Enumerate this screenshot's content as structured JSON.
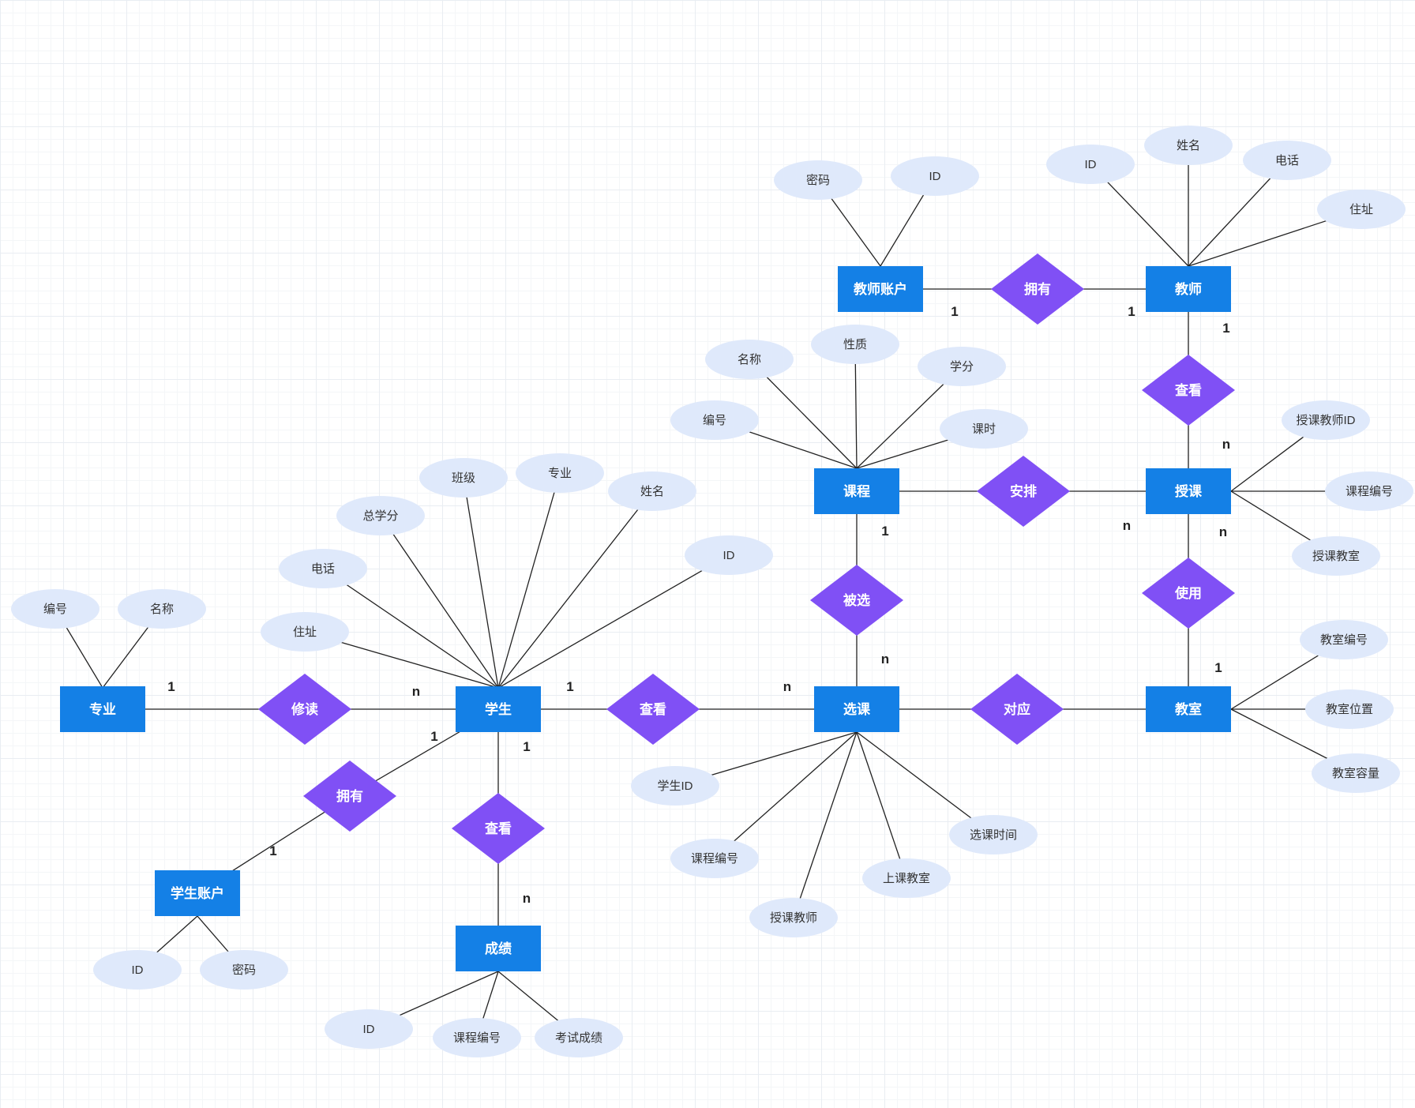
{
  "colors": {
    "entity": "#1480e6",
    "relationship": "#8050f5",
    "attribute": "#dfe9fb",
    "line": "#222222"
  },
  "entities": [
    {
      "id": "major",
      "label": "专业"
    },
    {
      "id": "student",
      "label": "学生"
    },
    {
      "id": "student_account",
      "label": "学生账户"
    },
    {
      "id": "score",
      "label": "成绩"
    },
    {
      "id": "course",
      "label": "课程"
    },
    {
      "id": "selection",
      "label": "选课"
    },
    {
      "id": "teacher_account",
      "label": "教师账户"
    },
    {
      "id": "teacher",
      "label": "教师"
    },
    {
      "id": "teaching",
      "label": "授课"
    },
    {
      "id": "classroom",
      "label": "教室"
    }
  ],
  "relationships": [
    {
      "id": "study",
      "label": "修读"
    },
    {
      "id": "own_student",
      "label": "拥有"
    },
    {
      "id": "view_score",
      "label": "查看"
    },
    {
      "id": "view_selection",
      "label": "查看"
    },
    {
      "id": "selected",
      "label": "被选"
    },
    {
      "id": "arrange",
      "label": "安排"
    },
    {
      "id": "own_teacher",
      "label": "拥有"
    },
    {
      "id": "view_teaching",
      "label": "查看"
    },
    {
      "id": "use",
      "label": "使用"
    },
    {
      "id": "correspond",
      "label": "对应"
    }
  ],
  "attributes": [
    {
      "id": "major_no",
      "label": "编号",
      "of": "major"
    },
    {
      "id": "major_name",
      "label": "名称",
      "of": "major"
    },
    {
      "id": "stu_addr",
      "label": "住址",
      "of": "student"
    },
    {
      "id": "stu_phone",
      "label": "电话",
      "of": "student"
    },
    {
      "id": "stu_credits",
      "label": "总学分",
      "of": "student"
    },
    {
      "id": "stu_class",
      "label": "班级",
      "of": "student"
    },
    {
      "id": "stu_major",
      "label": "专业",
      "of": "student"
    },
    {
      "id": "stu_name",
      "label": "姓名",
      "of": "student"
    },
    {
      "id": "stu_id",
      "label": "ID",
      "of": "student"
    },
    {
      "id": "sacc_id",
      "label": "ID",
      "of": "student_account"
    },
    {
      "id": "sacc_pwd",
      "label": "密码",
      "of": "student_account"
    },
    {
      "id": "score_id",
      "label": "ID",
      "of": "score"
    },
    {
      "id": "score_course",
      "label": "课程编号",
      "of": "score"
    },
    {
      "id": "score_exam",
      "label": "考试成绩",
      "of": "score"
    },
    {
      "id": "course_no",
      "label": "编号",
      "of": "course"
    },
    {
      "id": "course_name",
      "label": "名称",
      "of": "course"
    },
    {
      "id": "course_nature",
      "label": "性质",
      "of": "course"
    },
    {
      "id": "course_credit",
      "label": "学分",
      "of": "course"
    },
    {
      "id": "course_hours",
      "label": "课时",
      "of": "course"
    },
    {
      "id": "sel_stuid",
      "label": "学生ID",
      "of": "selection"
    },
    {
      "id": "sel_course",
      "label": "课程编号",
      "of": "selection"
    },
    {
      "id": "sel_teacher",
      "label": "授课教师",
      "of": "selection"
    },
    {
      "id": "sel_room",
      "label": "上课教室",
      "of": "selection"
    },
    {
      "id": "sel_time",
      "label": "选课时间",
      "of": "selection"
    },
    {
      "id": "tacc_pwd",
      "label": "密码",
      "of": "teacher_account"
    },
    {
      "id": "tacc_id",
      "label": "ID",
      "of": "teacher_account"
    },
    {
      "id": "t_id",
      "label": "ID",
      "of": "teacher"
    },
    {
      "id": "t_name",
      "label": "姓名",
      "of": "teacher"
    },
    {
      "id": "t_phone",
      "label": "电话",
      "of": "teacher"
    },
    {
      "id": "t_addr",
      "label": "住址",
      "of": "teacher"
    },
    {
      "id": "tc_tid",
      "label": "授课教师ID",
      "of": "teaching"
    },
    {
      "id": "tc_course",
      "label": "课程编号",
      "of": "teaching"
    },
    {
      "id": "tc_room",
      "label": "授课教室",
      "of": "teaching"
    },
    {
      "id": "room_no",
      "label": "教室编号",
      "of": "classroom"
    },
    {
      "id": "room_loc",
      "label": "教室位置",
      "of": "classroom"
    },
    {
      "id": "room_cap",
      "label": "教室容量",
      "of": "classroom"
    }
  ],
  "links": [
    {
      "from": "major",
      "to": "study",
      "card": "1"
    },
    {
      "from": "student",
      "to": "study",
      "card": "n"
    },
    {
      "from": "student",
      "to": "own_student",
      "card": "1"
    },
    {
      "from": "student_account",
      "to": "own_student",
      "card": "1"
    },
    {
      "from": "student",
      "to": "view_score",
      "card": "1"
    },
    {
      "from": "score",
      "to": "view_score",
      "card": "n"
    },
    {
      "from": "student",
      "to": "view_selection",
      "card": "1"
    },
    {
      "from": "selection",
      "to": "view_selection",
      "card": "n"
    },
    {
      "from": "course",
      "to": "selected",
      "card": "1"
    },
    {
      "from": "selection",
      "to": "selected",
      "card": "n"
    },
    {
      "from": "course",
      "to": "arrange",
      "card": ""
    },
    {
      "from": "teaching",
      "to": "arrange",
      "card": "n"
    },
    {
      "from": "teacher_account",
      "to": "own_teacher",
      "card": "1"
    },
    {
      "from": "teacher",
      "to": "own_teacher",
      "card": "1"
    },
    {
      "from": "teacher",
      "to": "view_teaching",
      "card": "1"
    },
    {
      "from": "teaching",
      "to": "view_teaching",
      "card": "n"
    },
    {
      "from": "teaching",
      "to": "use",
      "card": "n"
    },
    {
      "from": "classroom",
      "to": "use",
      "card": "1"
    },
    {
      "from": "selection",
      "to": "correspond",
      "card": ""
    },
    {
      "from": "classroom",
      "to": "correspond",
      "card": ""
    }
  ]
}
